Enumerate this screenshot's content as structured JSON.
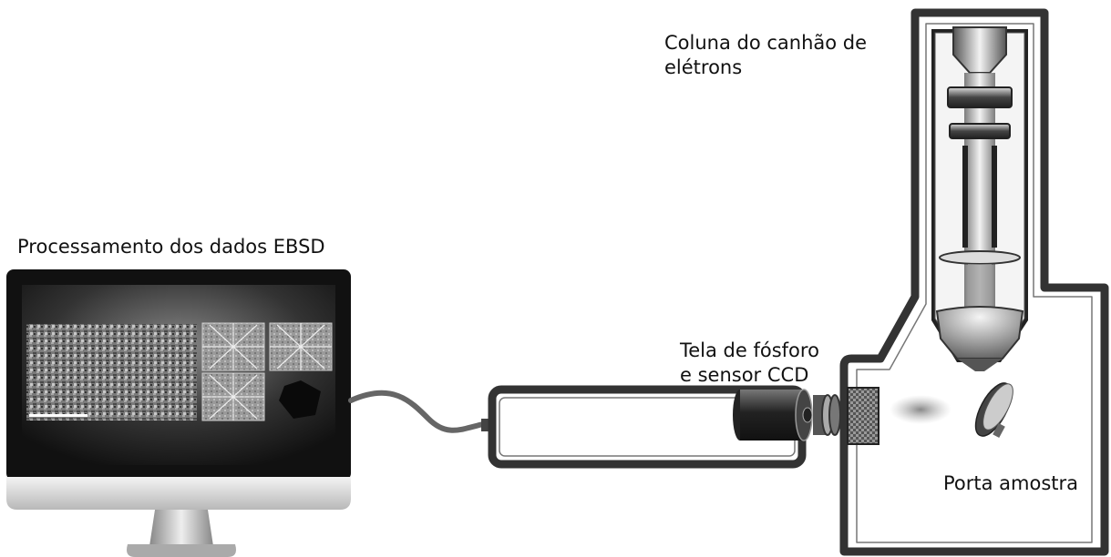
{
  "labels": {
    "electron_column": [
      "Coluna do canhão de",
      "elétrons"
    ],
    "data_processing": "Processamento dos dados EBSD",
    "phosphor_screen": [
      "Tela de fósforo",
      "e sensor CCD"
    ],
    "sample_holder": "Porta amostra"
  },
  "colors": {
    "outline": "#333333",
    "monitor_bezel": "#111111",
    "cable": "#666666",
    "background": "#ffffff"
  },
  "icons": [
    "monitor-icon",
    "electron-column-icon",
    "ccd-camera-icon",
    "phosphor-screen-icon",
    "sample-holder-icon"
  ]
}
